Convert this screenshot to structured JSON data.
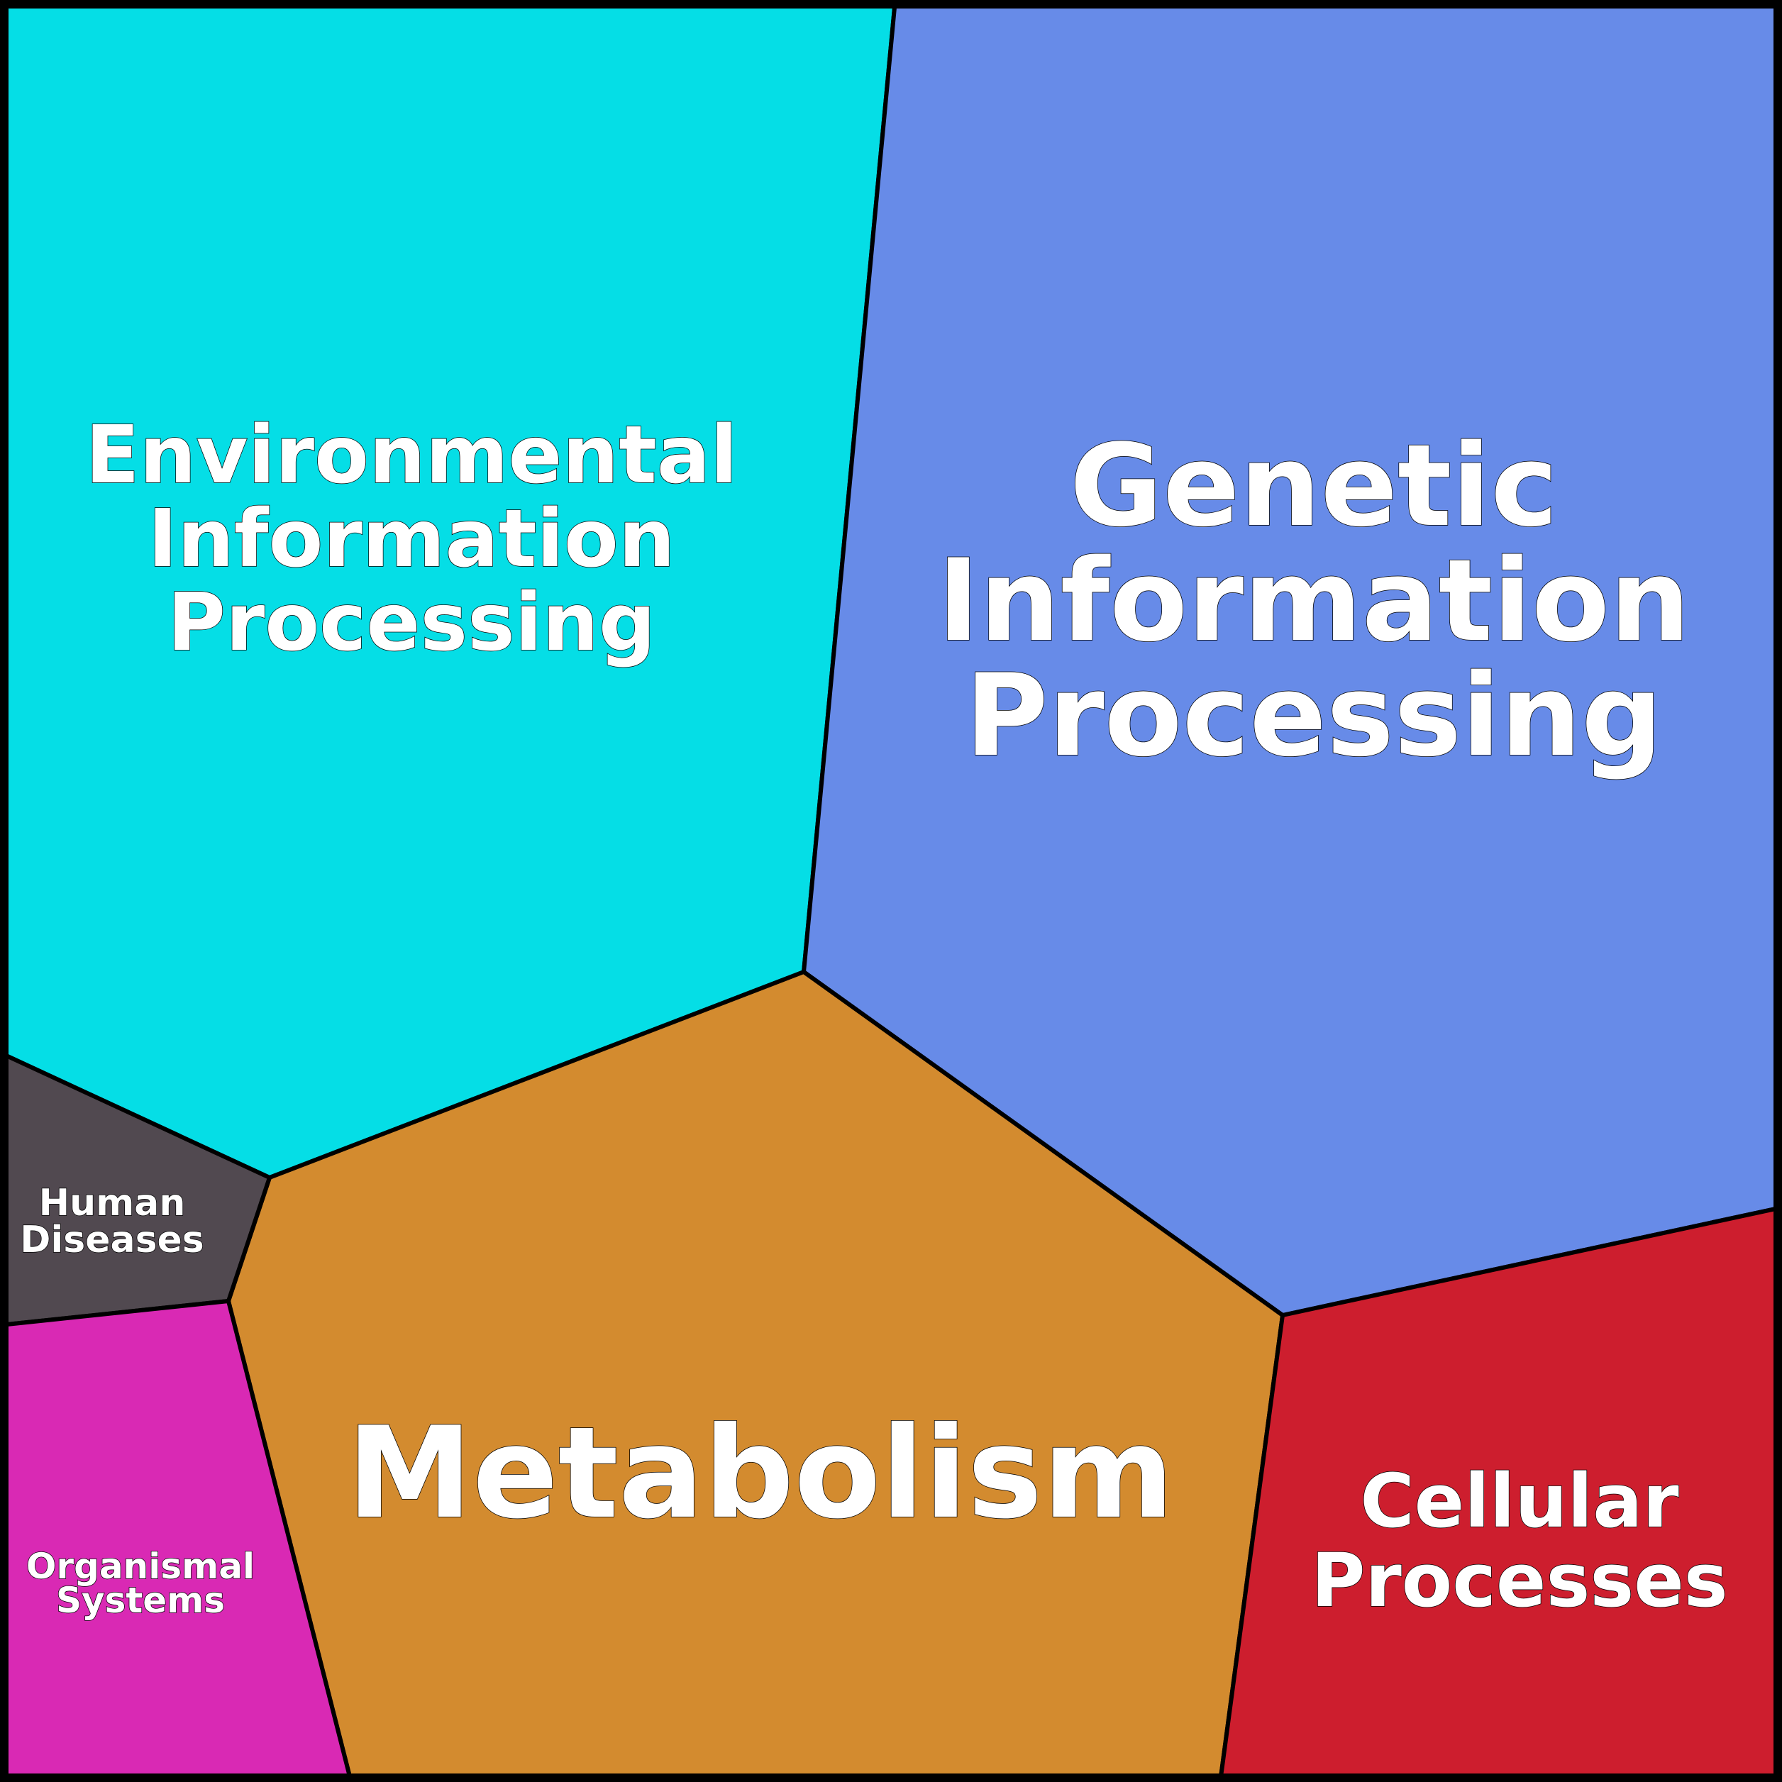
{
  "categories": [
    {
      "key": "environmental",
      "lines": [
        "Environmental",
        "Information",
        "Processing"
      ],
      "color": "#05DEE6"
    },
    {
      "key": "genetic",
      "lines": [
        "Genetic",
        "Information",
        "Processing"
      ],
      "color": "#678BE8"
    },
    {
      "key": "metabolism",
      "lines": [
        "Metabolism"
      ],
      "color": "#D38B2F"
    },
    {
      "key": "cellular",
      "lines": [
        "Cellular",
        "Processes"
      ],
      "color": "#CD1E2E"
    },
    {
      "key": "human-diseases",
      "lines": [
        "Human",
        "Diseases"
      ],
      "color": "#514950"
    },
    {
      "key": "organismal",
      "lines": [
        "Organismal",
        "Systems"
      ],
      "color": "#D929B4"
    }
  ]
}
